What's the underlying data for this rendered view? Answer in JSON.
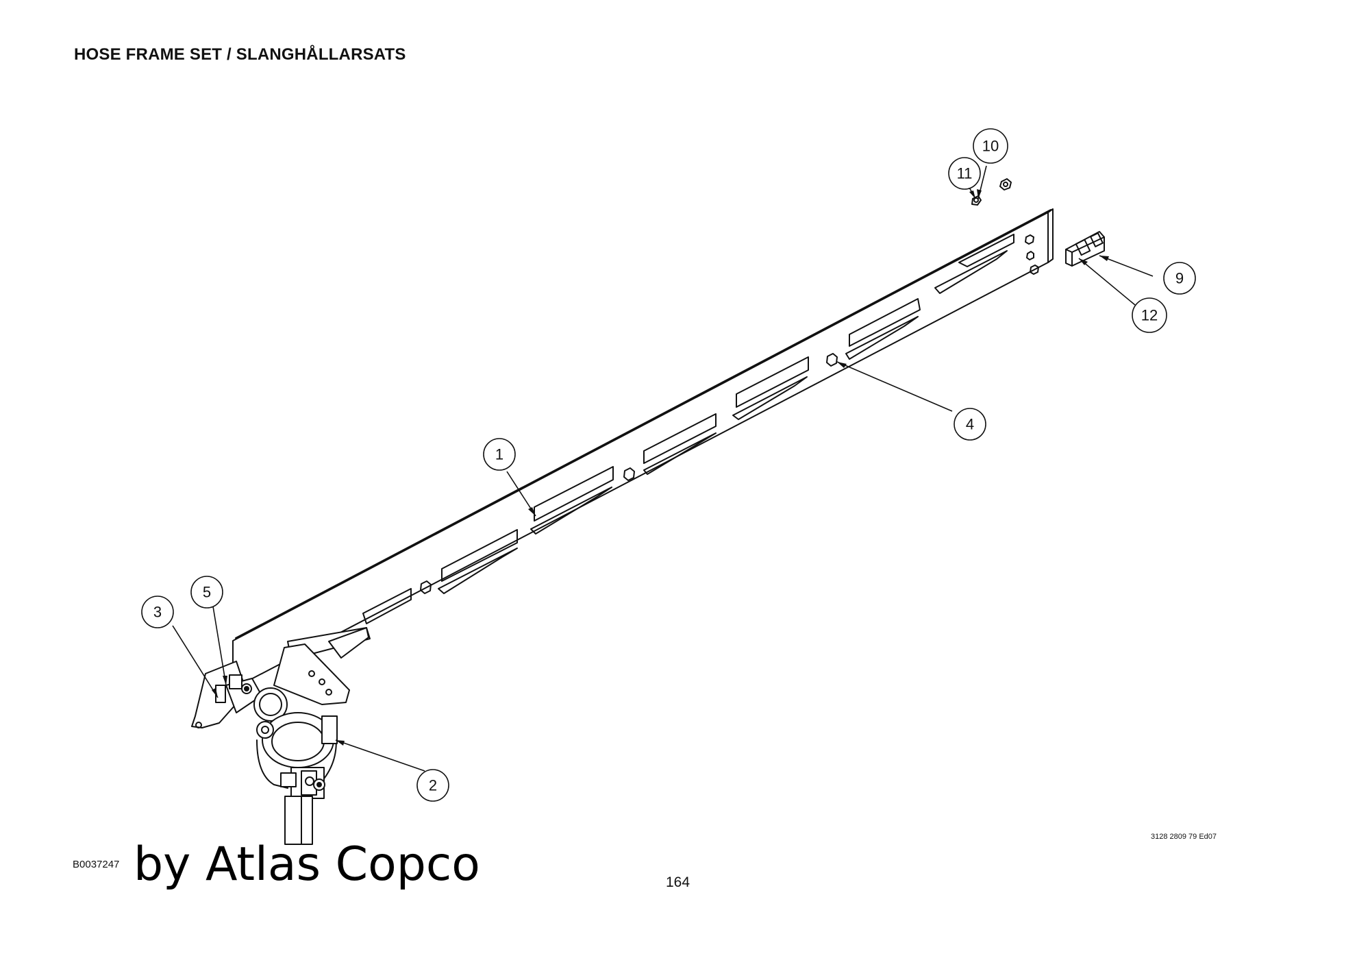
{
  "page": {
    "title": "HOSE FRAME SET / SLANGHÅLLARSATS",
    "figure_id": "B0037247",
    "watermark": "by Atlas Copco",
    "doc_number": "3128 2809 79 Ed07",
    "page_number": "164"
  },
  "callouts": [
    {
      "number": "1",
      "name": "callout-1"
    },
    {
      "number": "2",
      "name": "callout-2"
    },
    {
      "number": "3",
      "name": "callout-3"
    },
    {
      "number": "4",
      "name": "callout-4"
    },
    {
      "number": "5",
      "name": "callout-5"
    },
    {
      "number": "9",
      "name": "callout-9"
    },
    {
      "number": "10",
      "name": "callout-10"
    },
    {
      "number": "11",
      "name": "callout-11"
    },
    {
      "number": "12",
      "name": "callout-12"
    }
  ]
}
